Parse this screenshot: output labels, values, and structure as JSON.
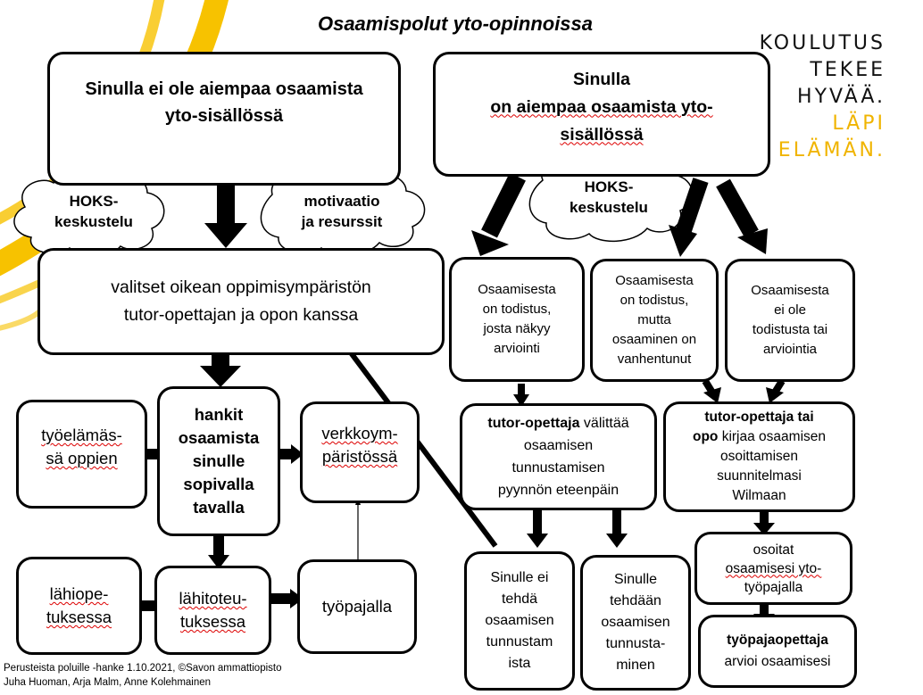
{
  "title": "Osaamispolut yto-opinnoissa",
  "brand": {
    "line1": "KOULUTUS",
    "line2": "TEKEE",
    "line3": "HYVÄÄ.",
    "line4": "LÄPI",
    "line5": "ELÄMÄN.",
    "dark_color": "#111111",
    "accent_color": "#f0b400"
  },
  "left": {
    "top_box": {
      "line1": "Sinulla ei ole aiempaa osaamista",
      "line2": "yto-sisällössä"
    },
    "cloud_hoks": {
      "line1": "HOKS-",
      "line2": "keskustelu"
    },
    "cloud_motivation": {
      "line1": "motivaatio",
      "line2": "ja resurssit"
    },
    "choose_box": {
      "line1": "valitset oikean oppimisympäristön",
      "line2": "tutor-opettajan ja opon kanssa"
    },
    "acquire_box": {
      "line1": "hankit",
      "line2": "osaamista",
      "line3": "sinulle",
      "line4": "sopivalla",
      "line5": "tavalla"
    },
    "work_box": {
      "line1": "työelämäs-",
      "line2": "sä oppien"
    },
    "online_box": {
      "line1": "verkkoym-",
      "line2": "päristössä"
    },
    "contact_box": {
      "line1": "lähitoteu-",
      "line2": "tuksessa"
    },
    "lecture_box": {
      "line1": "lähiope-",
      "line2": "tuksessa"
    },
    "workshop_box": {
      "label": "työpajalla"
    }
  },
  "right": {
    "top_box": {
      "line1": "Sinulla",
      "line2": "on aiempaa osaamista yto-",
      "line3": "sisällössä"
    },
    "cloud_hoks": {
      "line1": "HOKS-",
      "line2": "keskustelu"
    },
    "proof_box": {
      "line1": "Osaamisesta",
      "line2": "on todistus,",
      "line3": "josta näkyy",
      "line4": "arviointi"
    },
    "old_proof_box": {
      "line1": "Osaamisesta",
      "line2": "on todistus,",
      "line3": "mutta",
      "line4": "osaaminen on",
      "line5": "vanhentunut"
    },
    "no_proof_box": {
      "line1": "Osaamisesta",
      "line2": "ei ole",
      "line3": "todistusta tai",
      "line4": "arviointia"
    },
    "tutor_forward_box": {
      "bold": "tutor-opettaja",
      "rest1": " välittää",
      "line2": "osaamisen",
      "line3": "tunnustamisen",
      "line4": "pyynnön eteenpäin"
    },
    "tutor_opo_box": {
      "bold1": "tutor-opettaja tai",
      "bold2": "opo",
      "rest2": " kirjaa osaamisen",
      "line3": "osoittamisen",
      "line4": "suunnitelmasi",
      "line5": "Wilmaan"
    },
    "not_recognized_box": {
      "line1": "Sinulle ei",
      "line2": "tehdä",
      "line3": "osaamisen",
      "line4": "tunnustam",
      "line5": "ista"
    },
    "recognized_box": {
      "line1": "Sinulle",
      "line2": "tehdään",
      "line3": "osaamisen",
      "line4": "tunnusta-",
      "line5": "minen"
    },
    "demonstrate_box": {
      "line1": "osoitat",
      "line2": "osaamisesi yto-",
      "line3": "työpajalla"
    },
    "assess_box": {
      "bold": "työpajaopettaja",
      "line2": "arvioi osaamisesi"
    }
  },
  "footer": {
    "line1": "Perusteista poluille -hanke 1.10.2021, ©Savon ammattiopisto",
    "line2": "Juha Huoman, Arja Malm, Anne Kolehmainen"
  }
}
